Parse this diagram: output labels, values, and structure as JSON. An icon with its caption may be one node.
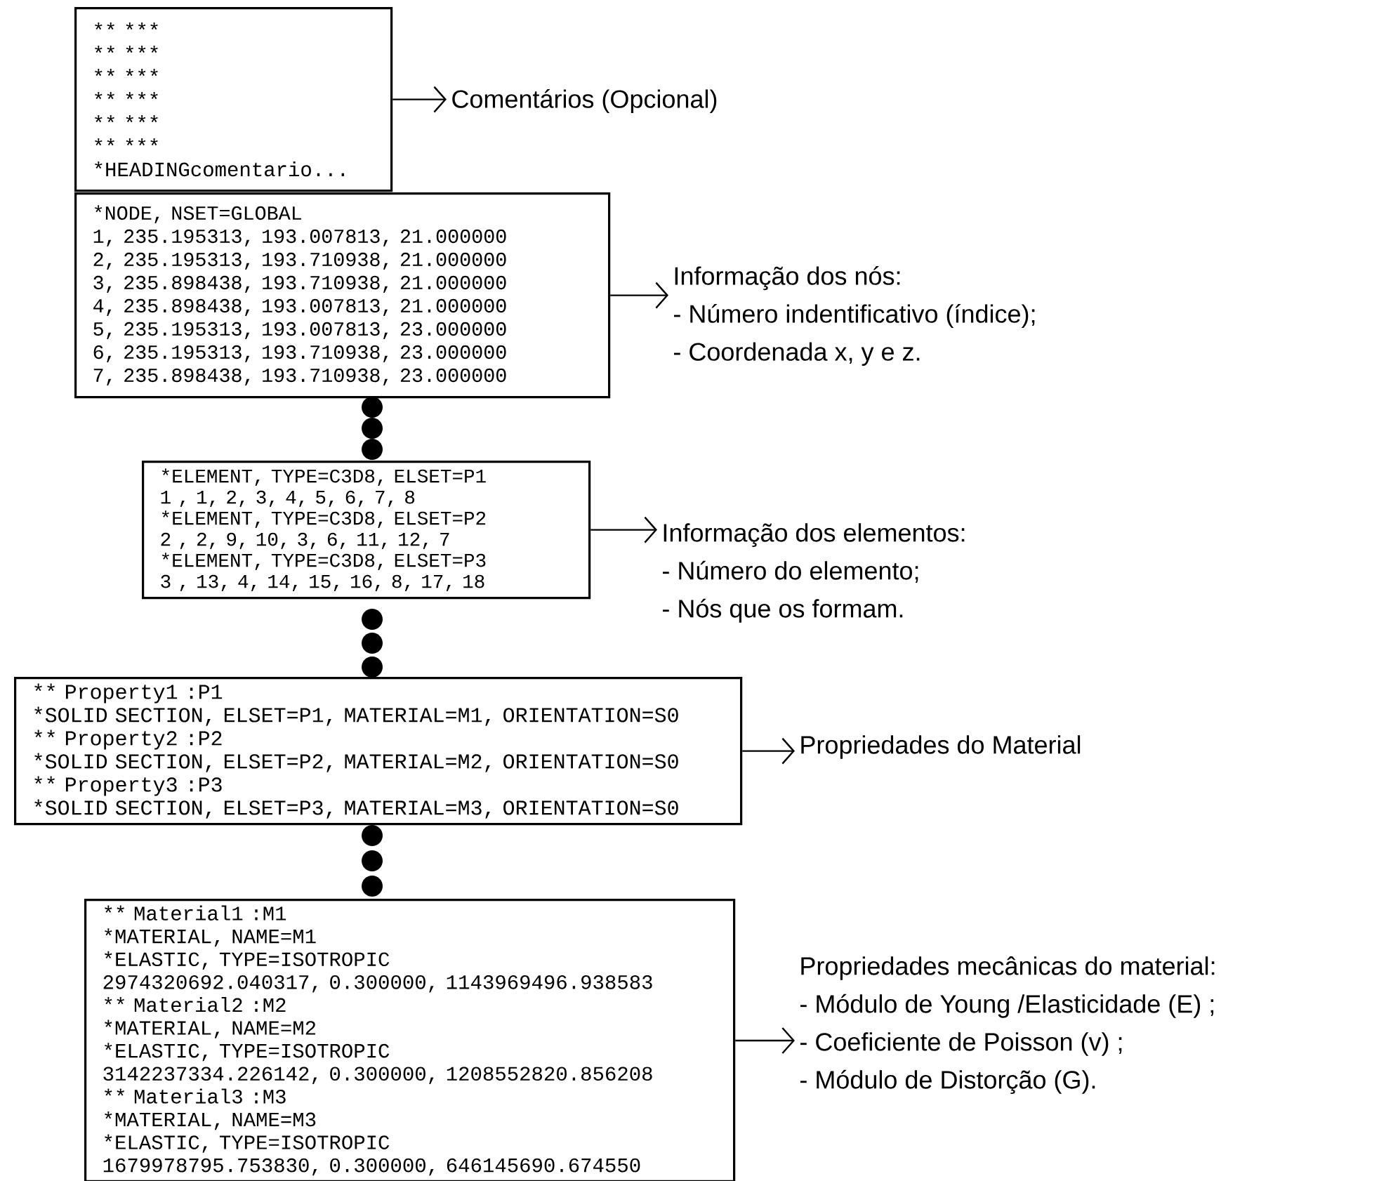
{
  "diagram": {
    "nodes": [
      {
        "text": [
          "** ***",
          "** ***",
          "** ***",
          "** ***",
          "** ***",
          "** ***",
          "*HEADINGcomentario..."
        ]
      },
      {
        "text": [
          "*NODE, NSET=GLOBAL",
          "1, 235.195313, 193.007813, 21.000000",
          "2, 235.195313, 193.710938, 21.000000",
          "3, 235.898438, 193.710938, 21.000000",
          "4, 235.898438, 193.007813, 21.000000",
          "5, 235.195313, 193.007813, 23.000000",
          "6, 235.195313, 193.710938, 23.000000",
          "7, 235.898438, 193.710938, 23.000000"
        ]
      },
      {
        "text": [
          "*ELEMENT, TYPE=C3D8, ELSET=P1",
          "1 , 1, 2, 3, 4, 5, 6, 7, 8",
          "*ELEMENT, TYPE=C3D8, ELSET=P2",
          "2 , 2, 9, 10, 3, 6, 11, 12, 7",
          "*ELEMENT, TYPE=C3D8, ELSET=P3",
          "3 , 13, 4, 14, 15, 16, 8, 17, 18"
        ]
      },
      {
        "text": [
          "** Property1 :P1",
          "*SOLID SECTION, ELSET=P1, MATERIAL=M1, ORIENTATION=S0",
          "** Property2 :P2",
          "*SOLID SECTION, ELSET=P2, MATERIAL=M2, ORIENTATION=S0",
          "** Property3 :P3",
          "*SOLID SECTION, ELSET=P3, MATERIAL=M3, ORIENTATION=S0"
        ]
      },
      {
        "text": [
          "** Material1 :M1",
          "*MATERIAL, NAME=M1",
          "*ELASTIC, TYPE=ISOTROPIC",
          "2974320692.040317, 0.300000, 1143969496.938583",
          "** Material2 :M2",
          "*MATERIAL, NAME=M2",
          "*ELASTIC, TYPE=ISOTROPIC",
          "3142237334.226142, 0.300000, 1208552820.856208",
          "** Material3 :M3",
          "*MATERIAL, NAME=M3",
          "*ELASTIC, TYPE=ISOTROPIC",
          "1679978795.753830, 0.300000, 646145690.674550"
        ]
      },
      {
        "text": [
          "Comentários (Opcional)"
        ]
      },
      {
        "text": [
          "Informação dos nós:",
          "- Número indentificativo (índice);",
          "- Coordenada x, y e z."
        ]
      },
      {
        "text": [
          "Informação dos elementos:",
          "- Número do elemento;",
          "- Nós que os formam."
        ]
      },
      {
        "text": [
          "Propriedades do Material"
        ]
      },
      {
        "text": [
          "Propriedades mecânicas do material:",
          "- Módulo de Young /Elasticidade (E) ;",
          "- Coeficiente de Poisson (v) ;",
          "- Módulo de Distorção (G)."
        ]
      }
    ],
    "edges": [
      {
        "from": 0,
        "to": 5,
        "arrow": "to"
      },
      {
        "from": 1,
        "to": 6,
        "arrow": "to"
      },
      {
        "from": 2,
        "to": 7,
        "arrow": "to"
      },
      {
        "from": 3,
        "to": 8,
        "arrow": "to"
      },
      {
        "from": 4,
        "to": 9,
        "arrow": "to"
      }
    ]
  }
}
